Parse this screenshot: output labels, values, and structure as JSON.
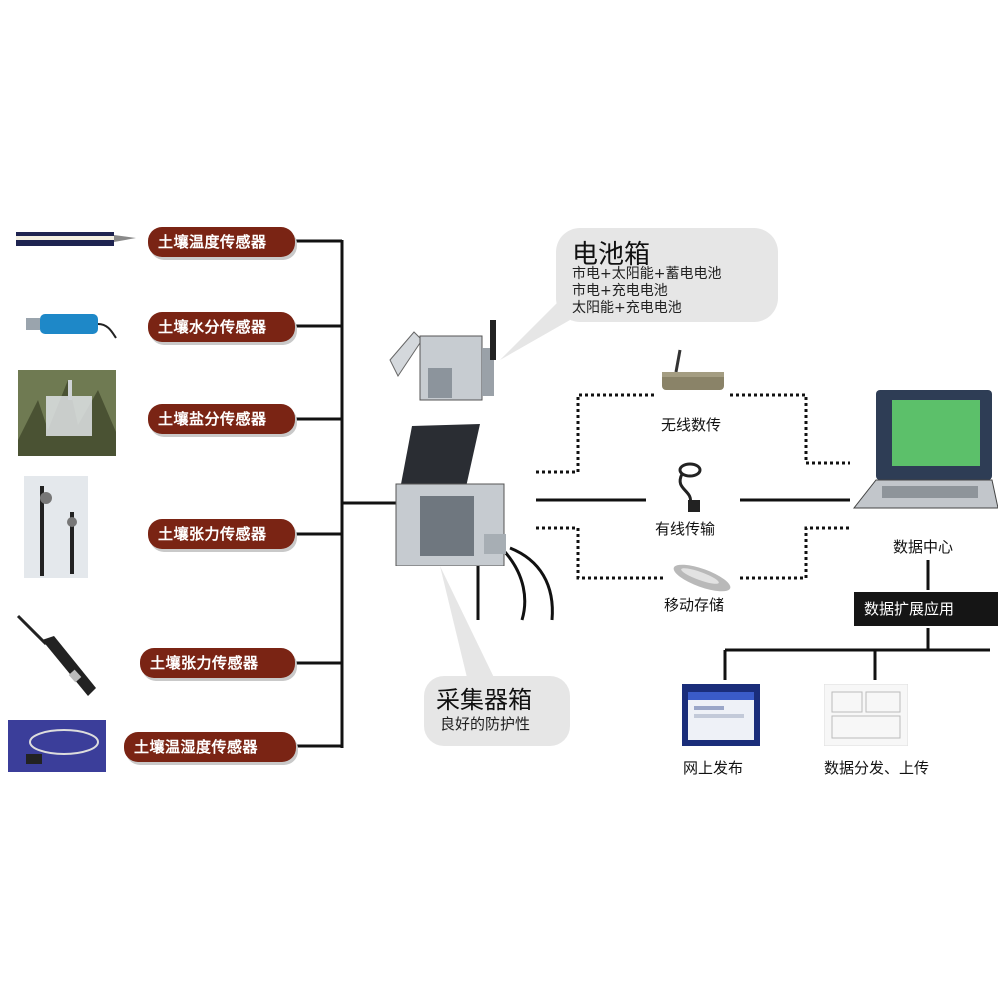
{
  "sensors": [
    {
      "label": "土壤温度传感器",
      "icon": "probe-stick-icon"
    },
    {
      "label": "土壤水分传感器",
      "icon": "blue-probe-icon"
    },
    {
      "label": "土壤盐分传感器",
      "icon": "field-photo-icon"
    },
    {
      "label": "土壤张力传感器",
      "icon": "tensiometer-icon"
    },
    {
      "label": "土壤张力传感器",
      "icon": "pen-probe-icon"
    },
    {
      "label": "土壤温湿度传感器",
      "icon": "cable-sensor-icon"
    }
  ],
  "battery_box": {
    "title": "电池箱",
    "lines": [
      "市电+太阳能+蓄电电池",
      "市电+充电电池",
      "太阳能+充电电池"
    ]
  },
  "collector_box": {
    "title": "采集器箱",
    "subtitle": "良好的防护性"
  },
  "transmission": {
    "wireless": "无线数传",
    "wired": "有线传输",
    "mobile": "移动存储"
  },
  "data_center": {
    "label": "数据中心",
    "extension": "数据扩展应用"
  },
  "outputs": {
    "web": "网上发布",
    "distribute": "数据分发、上传"
  },
  "colors": {
    "label_bg": "#7a2414",
    "bubble": "#e6e6e6",
    "screen_green": "#5cc06a"
  }
}
